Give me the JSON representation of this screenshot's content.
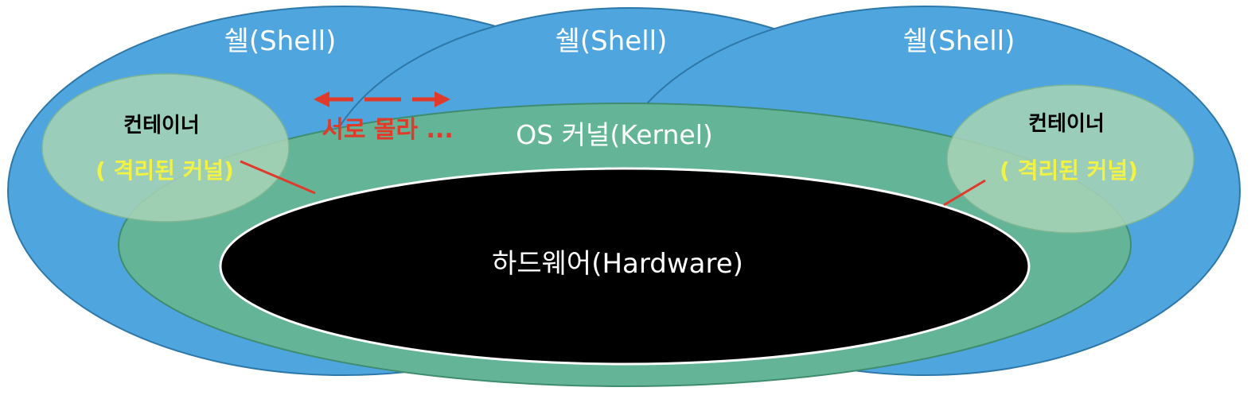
{
  "shells": [
    {
      "label": "쉘(Shell)"
    },
    {
      "label": "쉘(Shell)"
    },
    {
      "label": "쉘(Shell)"
    }
  ],
  "kernel": {
    "label": "OS 커널(Kernel)"
  },
  "hardware": {
    "label": "하드웨어(Hardware)"
  },
  "containers": [
    {
      "title": "컨테이너",
      "subtitle": "( 격리된 커널)"
    },
    {
      "title": "컨테이너",
      "subtitle": "( 격리된 커널)"
    }
  ],
  "annotation": {
    "text": "서로 몰라 ..."
  },
  "colors": {
    "shell_fill": "#4fa6df",
    "shell_stroke": "#2d78a8",
    "kernel_fill": "#64b598",
    "kernel_stroke": "#3f8c6f",
    "hardware_fill": "#000000",
    "container_fill": "#9fcfb0",
    "container_text": "#000000",
    "subtitle_text": "#f2f244",
    "annotation": "#e03a2a"
  }
}
